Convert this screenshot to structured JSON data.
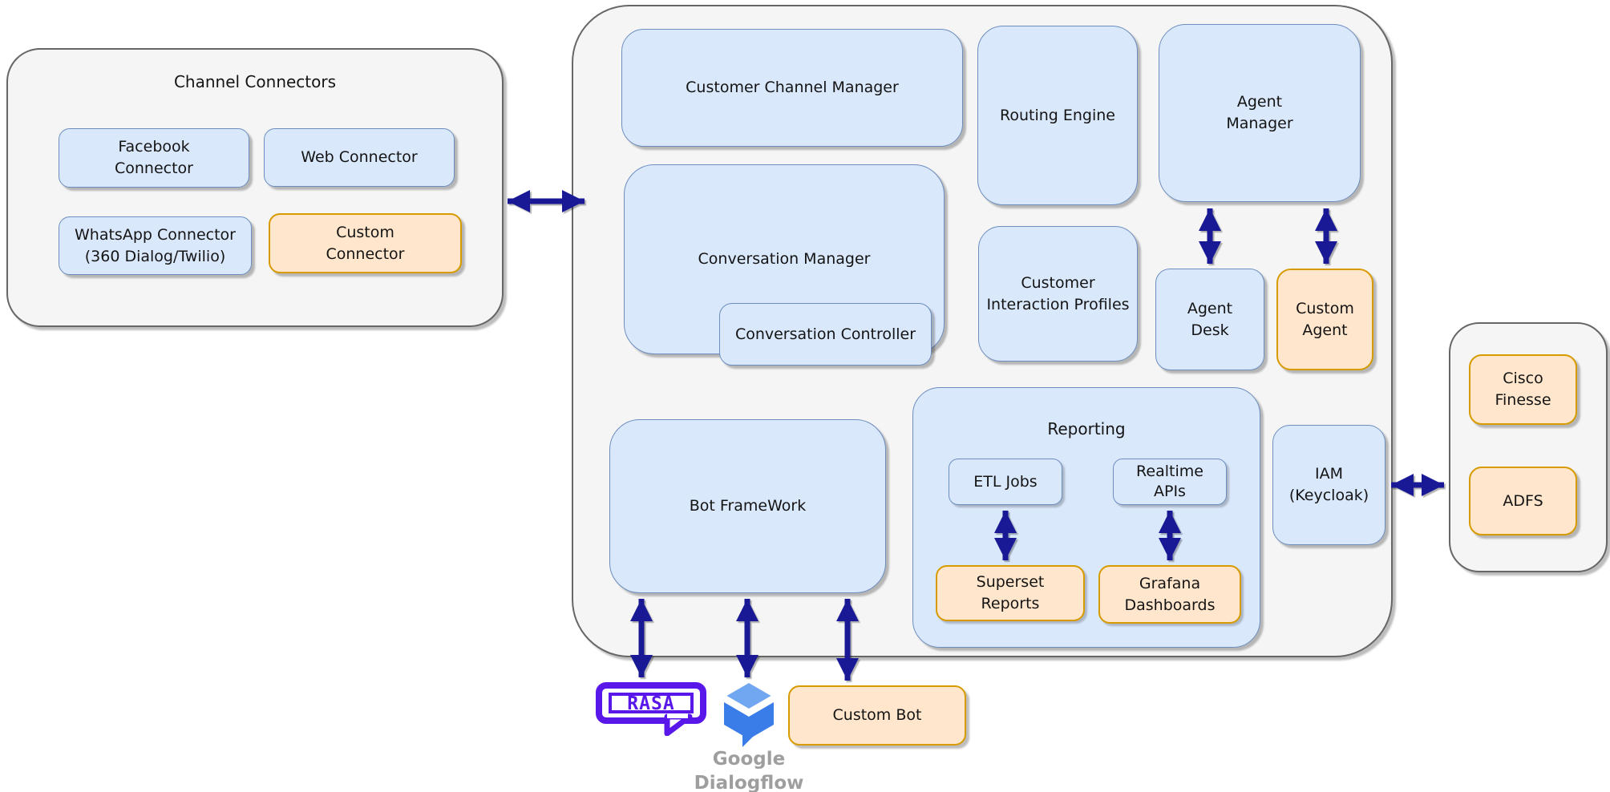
{
  "diagram_type": "architecture-diagram",
  "containers": {
    "channel_connectors_title": "Channel Connectors",
    "reporting_title": "Reporting"
  },
  "nodes": {
    "facebook_connector": "Facebook\nConnector",
    "web_connector": "Web Connector",
    "whatsapp_connector": "WhatsApp Connector\n(360 Dialog/Twilio)",
    "custom_connector": "Custom\nConnector",
    "customer_channel_manager": "Customer Channel Manager",
    "conversation_manager": "Conversation Manager",
    "conversation_controller": "Conversation Controller",
    "routing_engine": "Routing Engine",
    "customer_interaction_profiles": "Customer\nInteraction Profiles",
    "agent_manager": "Agent\nManager",
    "agent_desk": "Agent\nDesk",
    "custom_agent": "Custom\nAgent",
    "bot_framework": "Bot FrameWork",
    "etl_jobs": "ETL Jobs",
    "realtime_apis": "Realtime\nAPIs",
    "superset_reports": "Superset\nReports",
    "grafana_dashboards": "Grafana\nDashboards",
    "iam": "IAM\n(Keycloak)",
    "cisco_finesse": "Cisco\nFinesse",
    "adfs": "ADFS",
    "custom_bot": "Custom Bot"
  },
  "external": {
    "rasa": "RASA",
    "google_dialogflow": "Google\nDialogflow"
  },
  "colors": {
    "node_blue_fill": "#dae8fc",
    "node_blue_stroke": "#6c8ebf",
    "node_orange_fill": "#ffe6cc",
    "node_orange_stroke": "#d79b00",
    "container_fill": "#f5f5f5",
    "container_stroke": "#666666",
    "arrow": "#191996",
    "rasa_purple": "#5a17ea",
    "dialogflow_light": "#71a7f1",
    "dialogflow_dark": "#3b7de8",
    "external_label_gray": "#9e9e9e"
  }
}
